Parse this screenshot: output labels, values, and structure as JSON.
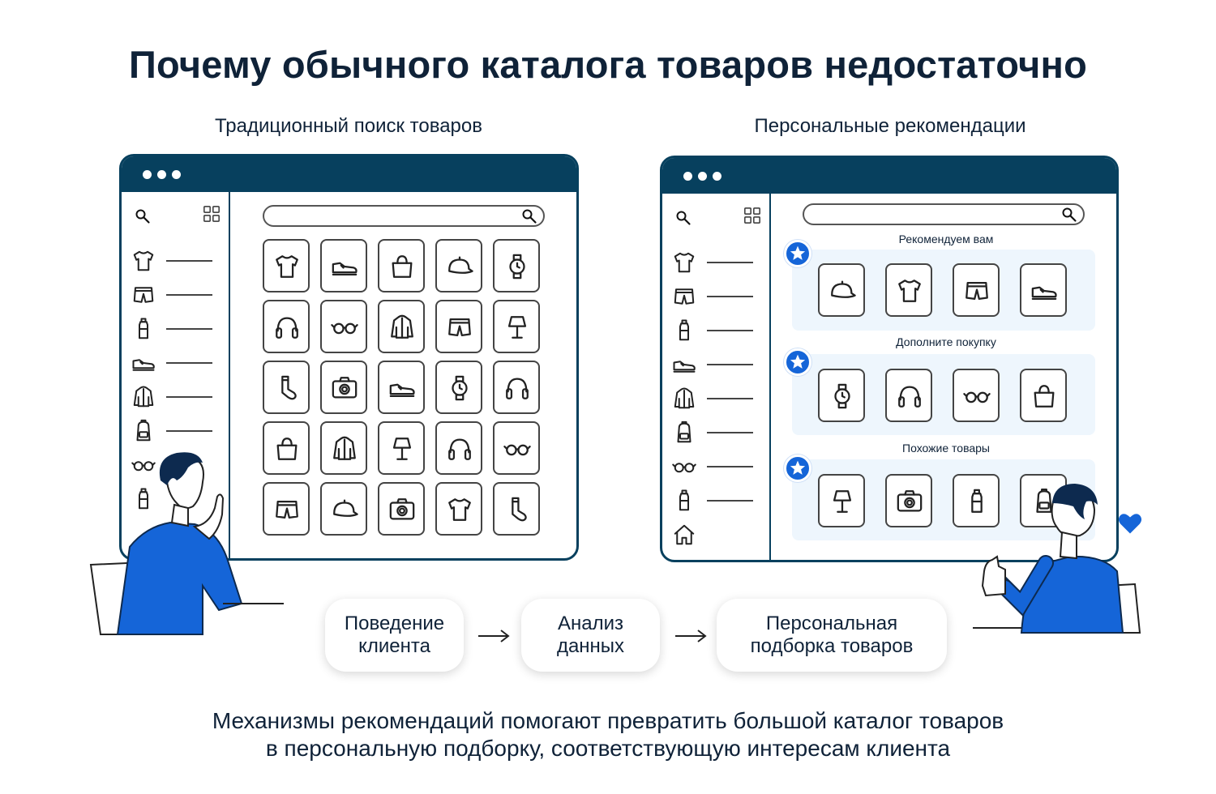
{
  "title": "Почему обычного каталога товаров недостаточно",
  "left_heading": "Традиционный поиск товаров",
  "right_heading": "Персональные рекомендации",
  "sections": {
    "recommended": "Рекомендуем вам",
    "complement": "Дополните покупку",
    "similar": "Похожие товары"
  },
  "flow": {
    "step1": "Поведение клиента",
    "step2": "Анализ данных",
    "step3": "Персональная подборка товаров"
  },
  "caption_line1": "Механизмы рекомендаций помогают превратить большой каталог товаров",
  "caption_line2": "в персональную подборку, соответствующую интересам клиента",
  "colors": {
    "window_bar": "#07405e",
    "text": "#0f2238",
    "accent_blue": "#1565d8",
    "panel_bg": "#eef6fd"
  },
  "icons": {
    "sidebar_left": [
      "tshirt-icon",
      "shorts-icon",
      "bottle-icon",
      "sneaker-icon",
      "jacket-icon",
      "backpack-icon",
      "glasses-icon",
      "bottle-icon"
    ],
    "sidebar_right": [
      "tshirt-icon",
      "shorts-icon",
      "bottle-icon",
      "sneaker-icon",
      "jacket-icon",
      "backpack-icon",
      "glasses-icon",
      "bottle-icon",
      "house-icon"
    ],
    "catalog_grid": [
      [
        "tshirt-icon",
        "sneaker-icon",
        "bag-icon",
        "cap-icon",
        "watch-icon"
      ],
      [
        "headphones-icon",
        "glasses-icon",
        "jacket-icon",
        "shorts-icon",
        "lamp-icon"
      ],
      [
        "sock-icon",
        "camera-icon",
        "sneaker-icon",
        "watch-icon",
        "headphones-icon"
      ],
      [
        "bag-icon",
        "jacket-icon",
        "lamp-icon",
        "headphones-icon",
        "glasses-icon"
      ],
      [
        "shorts-icon",
        "cap-icon",
        "camera-icon",
        "tshirt-icon",
        "sock-icon"
      ]
    ],
    "recommended": [
      "cap-icon",
      "tshirt-icon",
      "shorts-icon",
      "sneaker-icon"
    ],
    "complement": [
      "watch-icon",
      "headphones-icon",
      "glasses-icon",
      "bag-icon"
    ],
    "similar": [
      "lamp-icon",
      "camera-icon",
      "bottle-icon",
      "backpack-icon"
    ]
  }
}
